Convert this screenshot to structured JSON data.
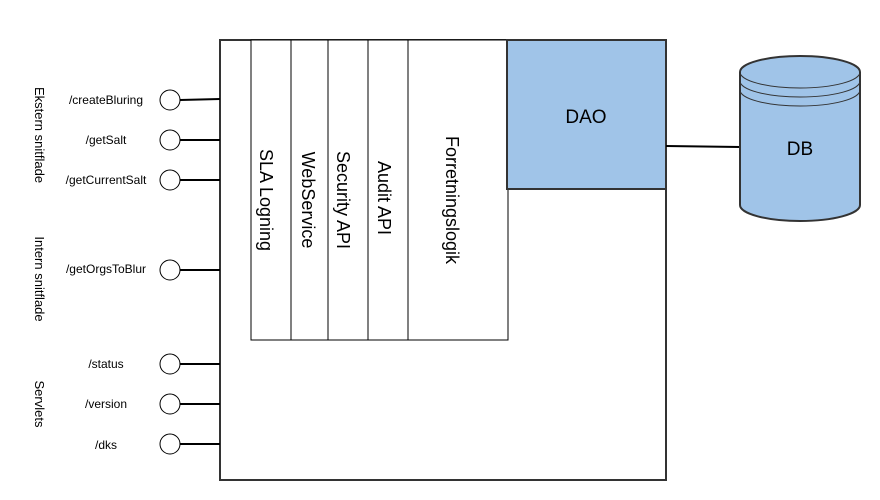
{
  "groups": [
    {
      "label": "Ekstern snitflade",
      "endpoints": [
        "/createBluring",
        "/getSalt",
        "/getCurrentSalt"
      ]
    },
    {
      "label": "Intern snitflade",
      "endpoints": [
        "/getOrgsToBlur"
      ]
    },
    {
      "label": "Servlets",
      "endpoints": [
        "/status",
        "/version",
        "/dks"
      ]
    }
  ],
  "layers": [
    "SLA Logning",
    "WebService",
    "Security API",
    "Audit API",
    "Forretningslogik"
  ],
  "dao": {
    "label": "DAO"
  },
  "db": {
    "label": "DB"
  },
  "colors": {
    "stroke": "#333333",
    "fill_blue": "#a0c4e8",
    "background": "#ffffff"
  }
}
